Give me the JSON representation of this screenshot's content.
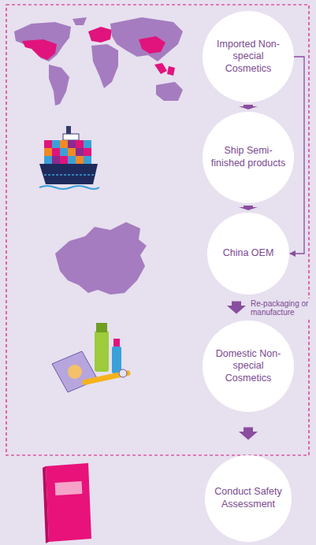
{
  "diagram": {
    "nodes": [
      {
        "text": [
          "Imported Non-special Cosmetics"
        ]
      },
      {
        "text": [
          "Ship Semi-finished products"
        ]
      },
      {
        "text": [
          "China OEM"
        ]
      },
      {
        "text": [
          "Domestic Non-special Cosmetics"
        ]
      },
      {
        "text": [
          "Conduct Safety Assessment"
        ]
      }
    ],
    "edges": [
      {
        "from": 0,
        "to": 1,
        "arrow": "to"
      },
      {
        "from": 1,
        "to": 2,
        "arrow": "to"
      },
      {
        "from": 2,
        "to": 3,
        "label": "Re-packaging or manufacture",
        "arrow": "to"
      },
      {
        "from": 3,
        "to": 4,
        "arrow": "to"
      },
      {
        "from": 0,
        "to": 2,
        "arrow": "to"
      }
    ]
  }
}
